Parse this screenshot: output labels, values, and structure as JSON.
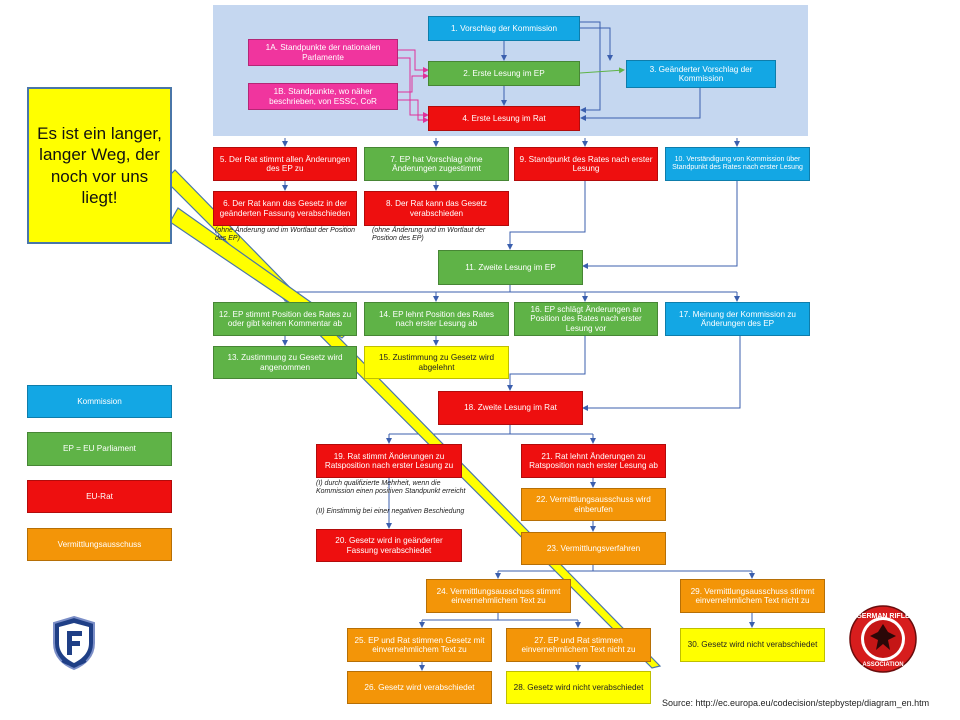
{
  "boxes": {
    "b1": "1. Vorschlag der Kommission",
    "b1a": "1A. Standpunkte der nationalen Parlamente",
    "b1b": "1B. Standpunkte, wo näher beschrieben, von ESSC, CoR",
    "b2": "2. Erste Lesung im EP",
    "b3": "3. Geänderter Vorschlag der Kommission",
    "b4": "4. Erste Lesung im Rat",
    "b5": "5. Der Rat stimmt allen Änderungen des EP zu",
    "b6": "6. Der Rat kann das Gesetz in der geänderten Fassung verabschieden",
    "b7": "7. EP hat Vorschlag ohne Änderungen zugestimmt",
    "b8": "8. Der Rat kann das Gesetz verabschieden",
    "b9": "9. Standpunkt des Rates nach erster Lesung",
    "b10": "10. Verständigung von Kommission über Standpunkt des Rates nach erster Lesung",
    "b11": "11. Zweite Lesung im EP",
    "b12": "12. EP stimmt Position des Rates zu oder gibt keinen Kommentar ab",
    "b13": "13. Zustimmung zu Gesetz wird angenommen",
    "b14": "14. EP lehnt Position des Rates nach erster Lesung ab",
    "b15": "15. Zustimmung zu Gesetz wird abgelehnt",
    "b16": "16. EP schlägt Änderungen an Position des Rates nach erster Lesung vor",
    "b17": "17. Meinung der Kommission zu Änderungen des EP",
    "b18": "18. Zweite Lesung im Rat",
    "b19": "19. Rat stimmt Änderungen zu Ratsposition nach erster Lesung zu",
    "b20": "20. Gesetz wird in geänderter Fassung verabschiedet",
    "b21": "21. Rat lehnt Änderungen zu Ratsposition nach erster Lesung ab",
    "b22": "22. Vermittlungsausschuss wird einberufen",
    "b23": "23. Vermittlungsverfahren",
    "b24": "24. Vermittlungsausschuss stimmt einvernehmlichem Text zu",
    "b25": "25. EP und Rat stimmen Gesetz mit einvernehmlichem Text zu",
    "b26": "26. Gesetz wird verabschiedet",
    "b27": "27. EP und Rat stimmen einvernehmlichem Text nicht zu",
    "b28": "28. Gesetz wird nicht verabschiedet",
    "b29": "29. Vermittlungsausschuss stimmt einvernehmlichem Text nicht zu",
    "b30": "30. Gesetz wird nicht verabschiedet"
  },
  "notes": {
    "n6": "(ohne Änderung und im Wortlaut der Position des EP)",
    "n8": "(ohne Änderung und im Wortlaut der Position des EP)",
    "n19a": "(I) durch qualifizierte Mehrheit, wenn die Kommission einen positiven Standpunkt erreicht",
    "n19b": "(II) Einstimmig bei einer negativen Beschiedung"
  },
  "legend": {
    "commission": "Kommission",
    "ep": "EP = EU Parliament",
    "council": "EU-Rat",
    "conciliation": "Vermittlungsausschuss"
  },
  "callout": "Es ist ein langer, langer Weg, der noch vor uns liegt!",
  "source": "Source: http://ec.europa.eu/codecision/stepbystep/diagram_en.htm",
  "logos": {
    "left": "shield-logo",
    "right_text": "GERMAN RIFLE ASSOCIATION"
  },
  "colors": {
    "commission": "#13a7e4",
    "ep": "#5fb347",
    "council": "#ee0f0f",
    "conciliation": "#f39508",
    "outcome": "#ffff00",
    "national": "#f0359e",
    "panel": "#c5d7f0",
    "arrow_blue": "#3b5fae"
  }
}
